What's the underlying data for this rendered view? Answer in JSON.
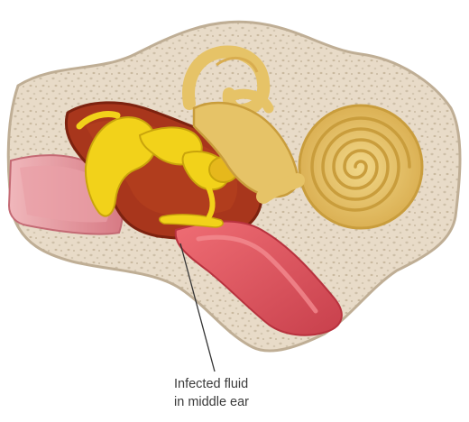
{
  "caption": {
    "line1": "Infected fluid",
    "line2": "in middle ear"
  },
  "colors": {
    "bone": "#e8dbc8",
    "bone_speckle": "#cdbfa8",
    "bone_outline": "#bfae95",
    "canal_pink": "#e9a0a6",
    "canal_pink_dark": "#d77a84",
    "infected_fluid": "#a8361c",
    "infected_fluid_dark": "#7d220f",
    "ossicles_yellow": "#f2d21a",
    "ossicles_outline": "#c9a40c",
    "cochlea_gold": "#e6c367",
    "cochlea_dark": "#c99d3c",
    "eustachian_red": "#ea5a62",
    "eustachian_dark": "#c8404c",
    "pointer_line": "#333333"
  },
  "icons": [
    "middle-ear-anatomy-illustration"
  ]
}
